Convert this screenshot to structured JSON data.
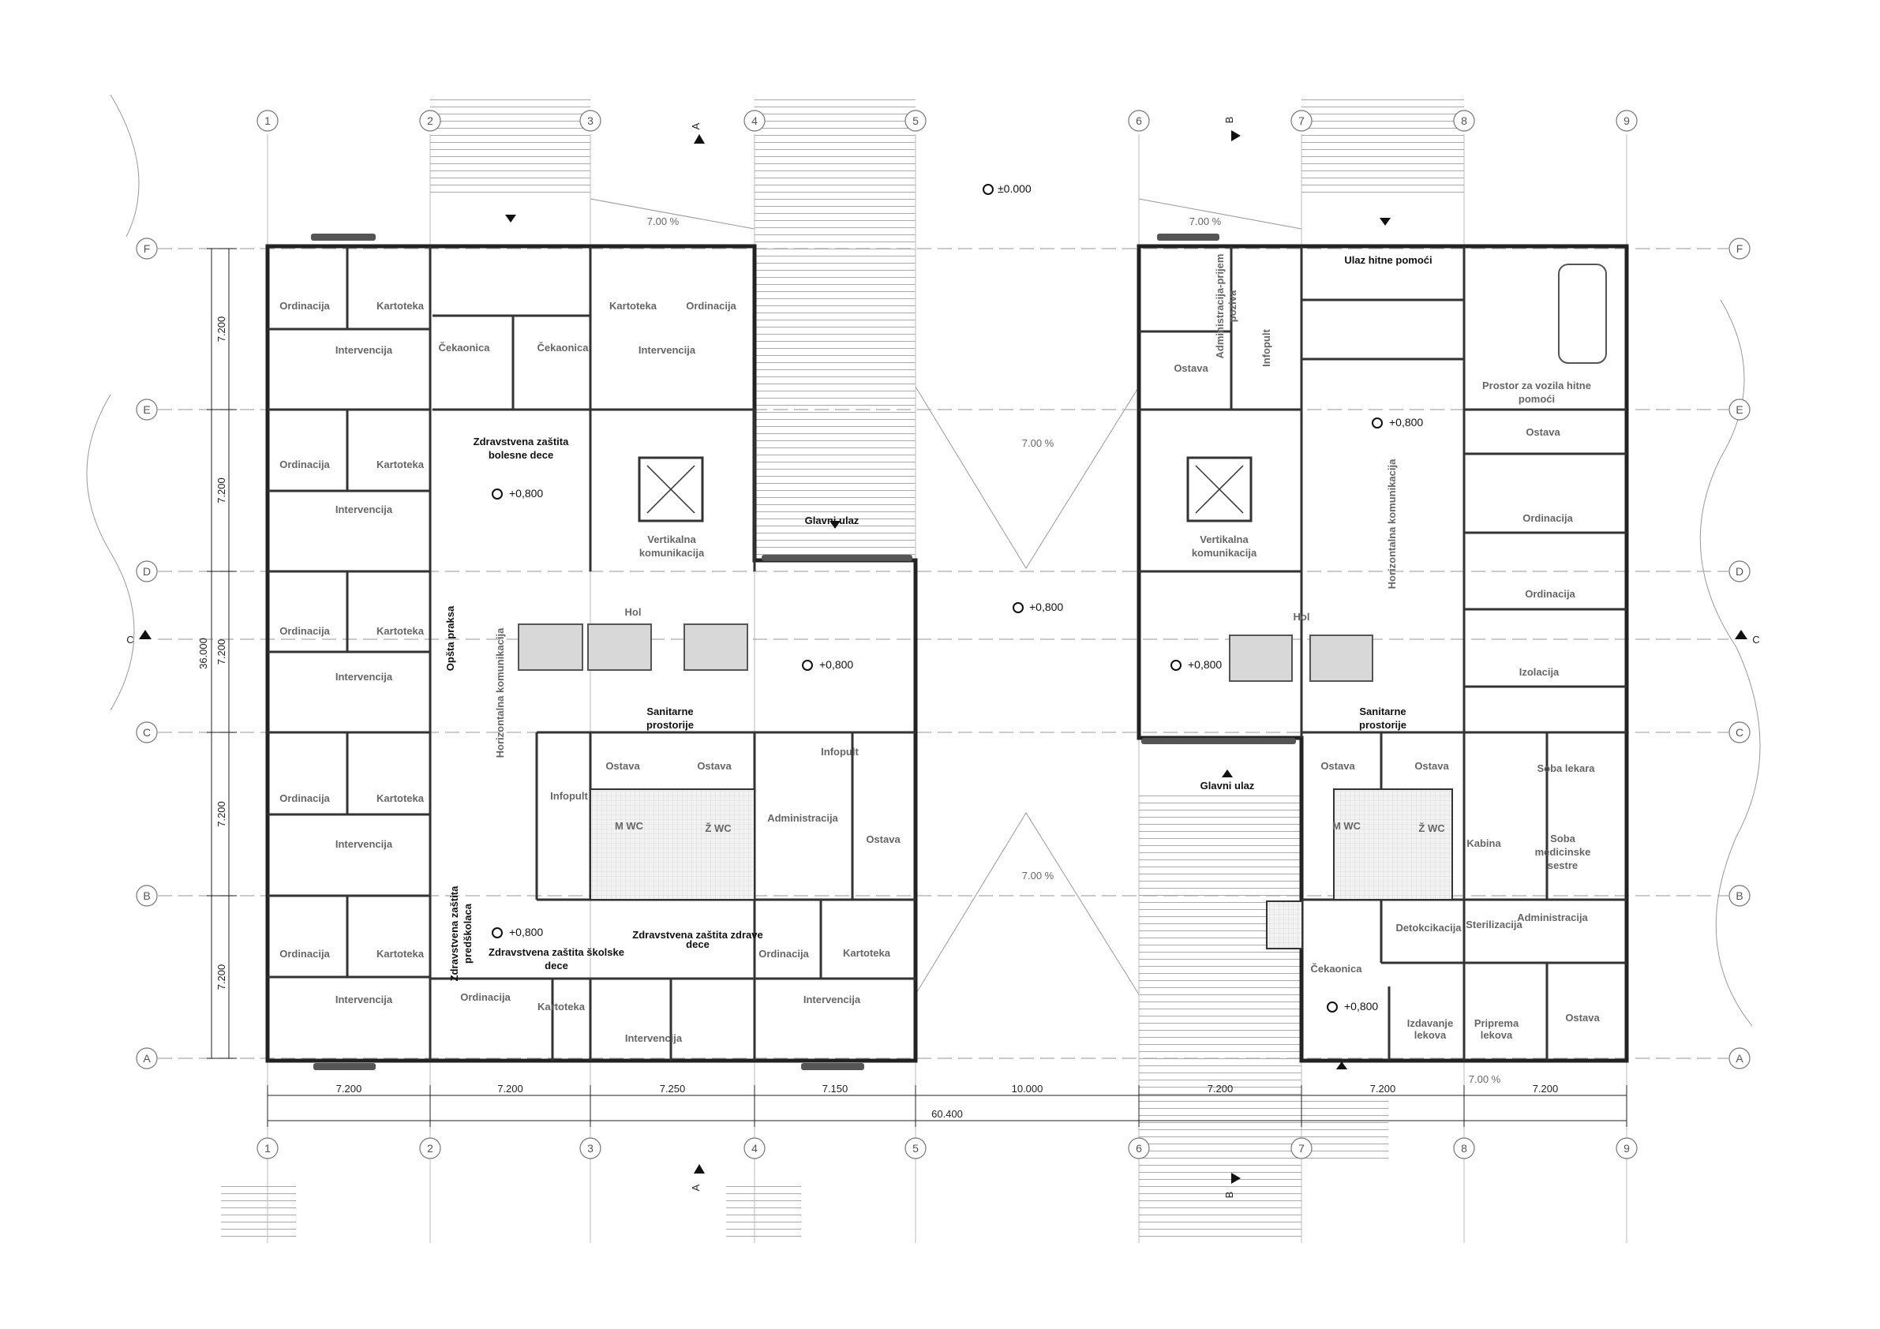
{
  "grid": {
    "columns": [
      "1",
      "2",
      "3",
      "4",
      "5",
      "6",
      "7",
      "8",
      "9"
    ],
    "rows": [
      "F",
      "E",
      "D",
      "C",
      "B",
      "A"
    ]
  },
  "sections": {
    "a": "A",
    "b": "B",
    "c": "C"
  },
  "rooms": [
    "Ordinacija",
    "Kartoteka",
    "Intervencija",
    "Čekaonica",
    "Čekaonica",
    "Kartoteka",
    "Ordinacija",
    "Intervencija",
    [
      "Zdravstvena zaštita",
      "bolesne dece"
    ],
    "Ordinacija",
    "Kartoteka",
    "Intervencija",
    [
      "Vertikalna",
      "komunikacija"
    ],
    "Glavni ulaz",
    "Hol",
    "Ordinacija",
    "Kartoteka",
    "Opšta praksa",
    "Intervencija",
    "Horizontalna komunikacija",
    [
      "Sanitarne",
      "prostorije"
    ],
    "Infopult",
    "Ostava",
    "Ostava",
    "M WC",
    "Ž WC",
    "Infopult",
    "Administracija",
    "Ostava",
    "Ordinacija",
    "Kartoteka",
    "Intervencija",
    "Ordinacija",
    "Kartoteka",
    "Intervencija",
    [
      "Zdravstvena zaštita",
      "predškolaca"
    ],
    [
      "Zdravstvena zaštita školske",
      "dece"
    ],
    [
      "Zdravstvena zaštita zdrave",
      "dece"
    ],
    "Ordinacija",
    "Kartoteka",
    "Intervencija",
    "Ordinacija",
    "Kartoteka",
    "Intervencija",
    [
      "Administracija-prijem",
      "poziva"
    ],
    "Infopult",
    "Ostava",
    "Ulaz hitne pomoći",
    [
      "Prostor za vozila hitne",
      "pomoći"
    ],
    "Ostava",
    [
      "Vertikalna",
      "komunikacija"
    ],
    "Horizontalna komunikacija",
    "Ordinacija",
    "Ordinacija",
    "Izolacija",
    "Hol",
    "Glavni ulaz",
    [
      "Sanitarne",
      "prostorije"
    ],
    "Ostava",
    "Ostava",
    "M WC",
    "Ž WC",
    "Kabina",
    "Soba lekara",
    [
      "Soba",
      "medicinske",
      "sestre"
    ],
    "Detokcikacija",
    "Sterilizacija",
    "Administracija",
    "Čekaonica",
    [
      "Izdavanje",
      "lekova"
    ],
    [
      "Priprema",
      "lekova"
    ],
    "Ostava"
  ],
  "levels": [
    "±0.000",
    "+0,800",
    "+0,800",
    "+0,800",
    "+0,800",
    "+0,800",
    "+0,800",
    "+0,800"
  ],
  "slopes": [
    "7.00 %",
    "7.00 %",
    "7.00 %",
    "7.00 %",
    "7.00 %"
  ],
  "dimensions": {
    "horizontal": [
      "7.200",
      "7.200",
      "7.250",
      "7.150",
      "10.000",
      "7.200",
      "7.200",
      "7.200"
    ],
    "total": "60.400",
    "vertical": [
      "7.200",
      "7.200",
      "7.200",
      "7.200",
      "7.200"
    ],
    "vertical_total": "36.000"
  }
}
